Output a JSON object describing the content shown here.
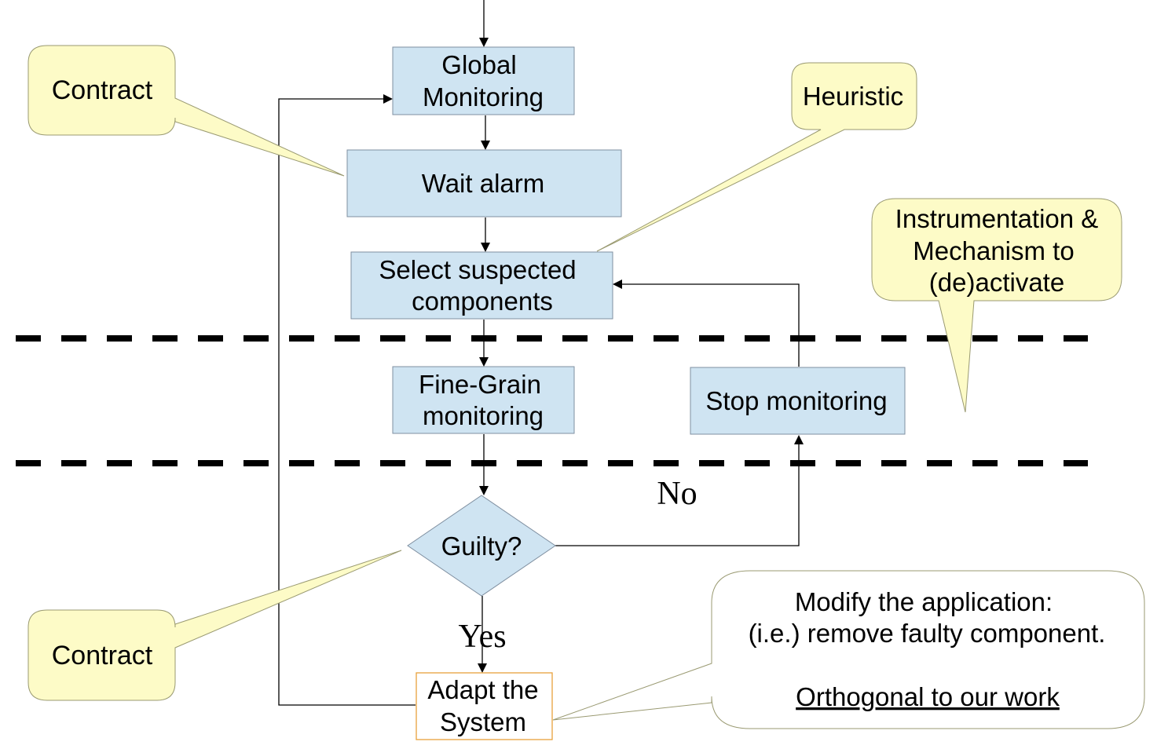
{
  "colors": {
    "process_fill": "#cfe4f2",
    "process_stroke": "#7f8fa0",
    "callout_fill": "#fdfbc7",
    "callout_stroke": "#9a9a72",
    "adapt_stroke": "#e8a13c",
    "line": "#000000"
  },
  "nodes": {
    "global_monitoring": [
      "Global",
      "Monitoring"
    ],
    "wait_alarm": [
      "Wait alarm"
    ],
    "select_suspected": [
      "Select suspected",
      "components"
    ],
    "fine_grain": [
      "Fine-Grain",
      "monitoring"
    ],
    "stop_monitoring": [
      "Stop monitoring"
    ],
    "guilty": [
      "Guilty?"
    ],
    "adapt_system": [
      "Adapt the",
      "System"
    ]
  },
  "edge_labels": {
    "no": "No",
    "yes": "Yes"
  },
  "callouts": {
    "contract_top": "Contract",
    "heuristic": "Heuristic",
    "instrumentation": [
      "Instrumentation &",
      "Mechanism to",
      "(de)activate"
    ],
    "contract_bottom": "Contract",
    "modify": [
      "Modify the application:",
      "(i.e.) remove faulty component."
    ],
    "orthogonal": "Orthogonal to our work"
  }
}
